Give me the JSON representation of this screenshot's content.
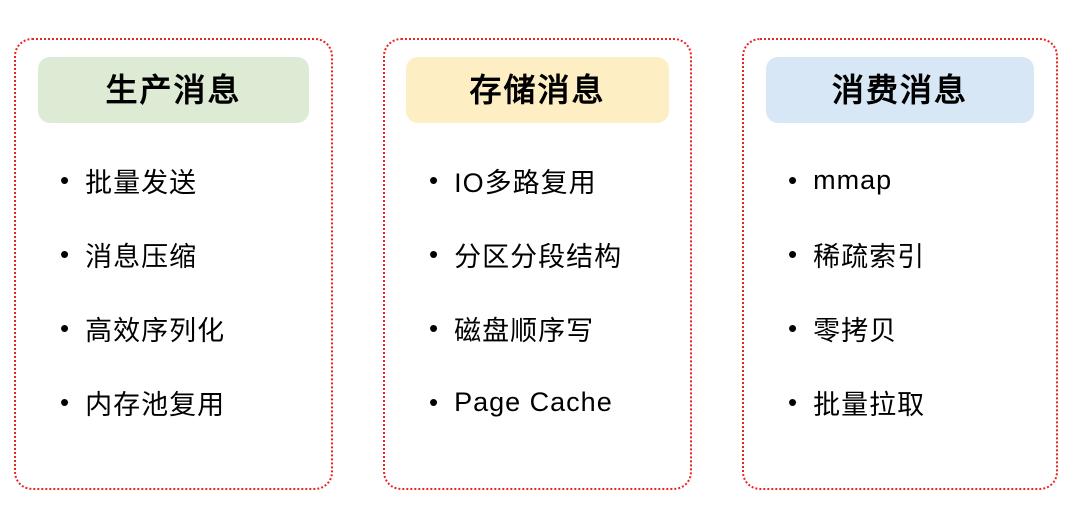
{
  "page": {
    "background": "#ffffff",
    "border_color": "#e8261c"
  },
  "icons": {
    "bullet": "•"
  },
  "columns": [
    {
      "header": {
        "label": "生产消息",
        "bg": "#ddebd5"
      },
      "items": [
        "批量发送",
        "消息压缩",
        "高效序列化",
        "内存池复用"
      ]
    },
    {
      "header": {
        "label": "存储消息",
        "bg": "#fdefc3"
      },
      "items": [
        "IO多路复用",
        "分区分段结构",
        "磁盘顺序写",
        "Page Cache"
      ]
    },
    {
      "header": {
        "label": "消费消息",
        "bg": "#d7e7f5"
      },
      "items": [
        "mmap",
        "稀疏索引",
        "零拷贝",
        "批量拉取"
      ]
    }
  ]
}
